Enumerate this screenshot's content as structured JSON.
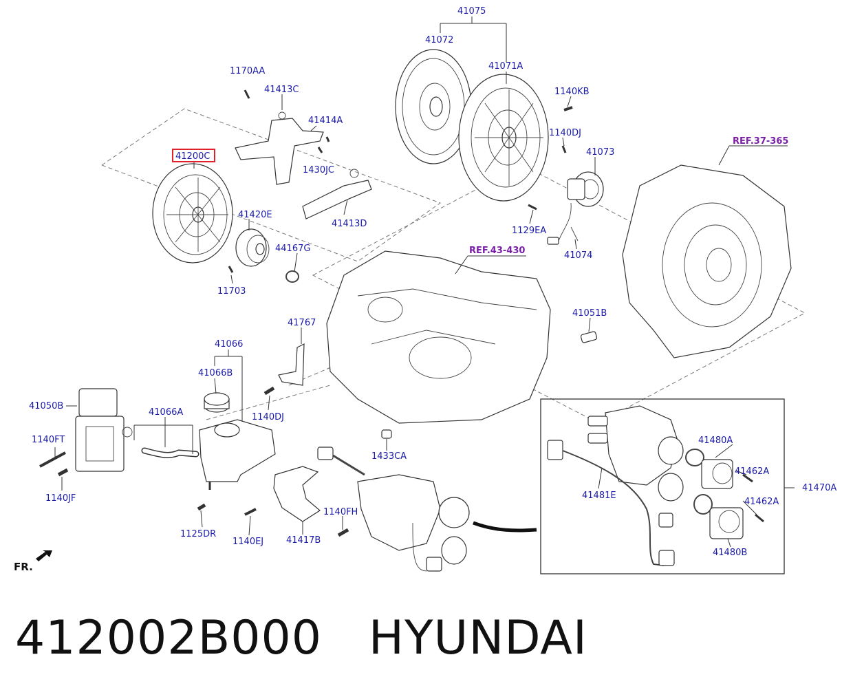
{
  "labels": {
    "l41075": "41075",
    "l41072": "41072",
    "l41071A": "41071A",
    "l1170AA": "1170AA",
    "l41413C": "41413C",
    "l1140KB": "1140KB",
    "l41414A": "41414A",
    "l1140DJ_top": "1140DJ",
    "l41200C": "41200C",
    "l1430JC": "1430JC",
    "l41073": "41073",
    "l41413D": "41413D",
    "l41420E": "41420E",
    "l1129EA": "1129EA",
    "l44167G": "44167G",
    "l41074": "41074",
    "l11703": "11703",
    "l41051B": "41051B",
    "l41767": "41767",
    "l41066": "41066",
    "l41066B": "41066B",
    "l41050B": "41050B",
    "l41066A": "41066A",
    "l1140DJ_mid": "1140DJ",
    "l1140FT": "1140FT",
    "l1433CA": "1433CA",
    "l41480A_top": "41480A",
    "l41462A_top": "41462A",
    "l41470A": "41470A",
    "l1140JF": "1140JF",
    "l41481E": "41481E",
    "l41462A_bot": "41462A",
    "l1140FH": "1140FH",
    "l1125DR": "1125DR",
    "l1140EJ": "1140EJ",
    "l41417B": "41417B",
    "l41480B": "41480B",
    "fr": "FR."
  },
  "refs": {
    "ref37": "REF.37-365",
    "ref43": "REF.43-430"
  },
  "highlight_color": "#e0202a",
  "label_color": "#1a1aa6",
  "ref_color": "#7a1fa8",
  "caption": {
    "part_number": "412002B000",
    "brand": "HYUNDAI"
  }
}
